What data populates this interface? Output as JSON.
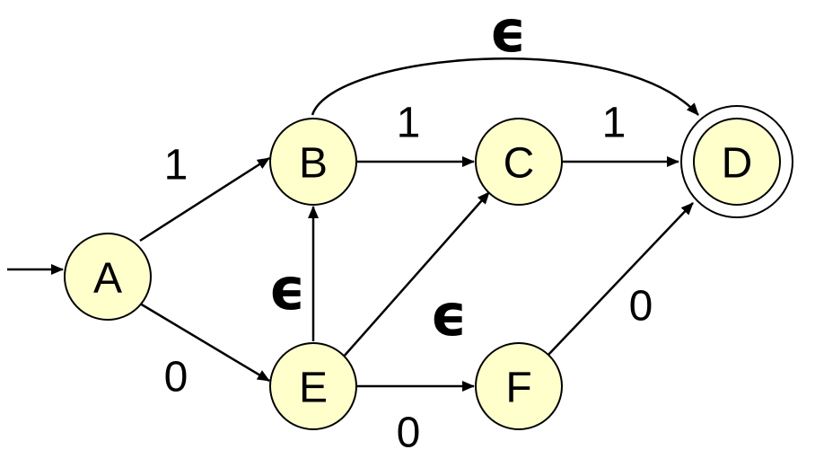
{
  "automaton": {
    "states": [
      {
        "id": "A",
        "label": "A"
      },
      {
        "id": "B",
        "label": "B"
      },
      {
        "id": "C",
        "label": "C"
      },
      {
        "id": "D",
        "label": "D",
        "final": true
      },
      {
        "id": "E",
        "label": "E"
      },
      {
        "id": "F",
        "label": "F"
      }
    ],
    "start_state": "A",
    "transitions": [
      {
        "id": "A-B",
        "from": "A",
        "to": "B",
        "label": "1"
      },
      {
        "id": "A-E",
        "from": "A",
        "to": "E",
        "label": "0"
      },
      {
        "id": "B-C",
        "from": "B",
        "to": "C",
        "label": "1"
      },
      {
        "id": "C-D",
        "from": "C",
        "to": "D",
        "label": "1"
      },
      {
        "id": "B-D",
        "from": "B",
        "to": "D",
        "label": "ϵ"
      },
      {
        "id": "E-B",
        "from": "E",
        "to": "B",
        "label": "ϵ"
      },
      {
        "id": "E-C",
        "from": "E",
        "to": "C",
        "label": "ϵ"
      },
      {
        "id": "E-F",
        "from": "E",
        "to": "F",
        "label": "0"
      },
      {
        "id": "F-D",
        "from": "F",
        "to": "D",
        "label": "0"
      }
    ]
  },
  "colors": {
    "state_fill": "#ffffcc",
    "stroke": "#000000",
    "background": "#ffffff"
  }
}
